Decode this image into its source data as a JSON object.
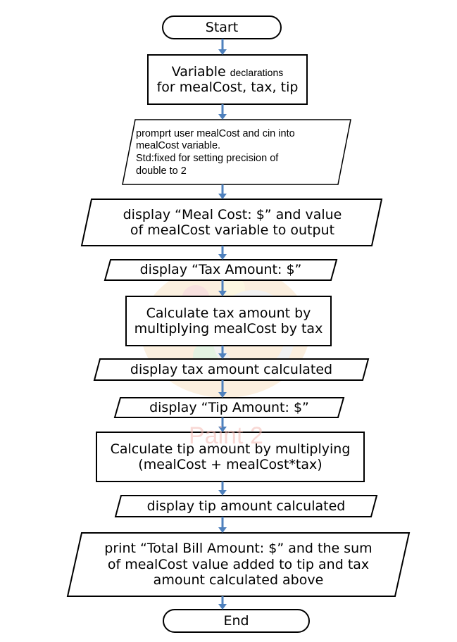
{
  "watermark": {
    "text": "Paint 2",
    "color": "#f4b9b2"
  },
  "colors": {
    "arrow": "#4f81bd",
    "stroke": "#000000",
    "fill": "#ffffff"
  },
  "nodes": {
    "start": {
      "label": "Start"
    },
    "declarations": {
      "line1_big": "Variable",
      "line1_small": "declarations",
      "line2": "for mealCost, tax, tip"
    },
    "prompt": {
      "lines": [
        "promprt user mealCost and cin into",
        "mealCost variable.",
        "Std:fixed for setting precision of",
        "double to 2"
      ]
    },
    "display_meal_cost": {
      "lines": [
        "display “Meal Cost: $” and value",
        "of mealCost variable to output"
      ]
    },
    "display_tax_label": {
      "lines": [
        "display “Tax Amount: $”"
      ]
    },
    "calc_tax": {
      "lines": [
        "Calculate tax amount by",
        "multiplying mealCost by tax"
      ]
    },
    "display_tax_value": {
      "lines": [
        "display tax amount calculated"
      ]
    },
    "display_tip_label": {
      "lines": [
        "display “Tip Amount: $”"
      ]
    },
    "calc_tip": {
      "lines": [
        "Calculate tip amount by multiplying",
        "(mealCost + mealCost*tax)"
      ]
    },
    "display_tip_value": {
      "lines": [
        "display tip amount calculated"
      ]
    },
    "print_total": {
      "lines": [
        "print “Total Bill Amount: $” and the sum",
        "of mealCost value added to tip and tax",
        "amount calculated above"
      ]
    },
    "end": {
      "label": "End"
    }
  }
}
